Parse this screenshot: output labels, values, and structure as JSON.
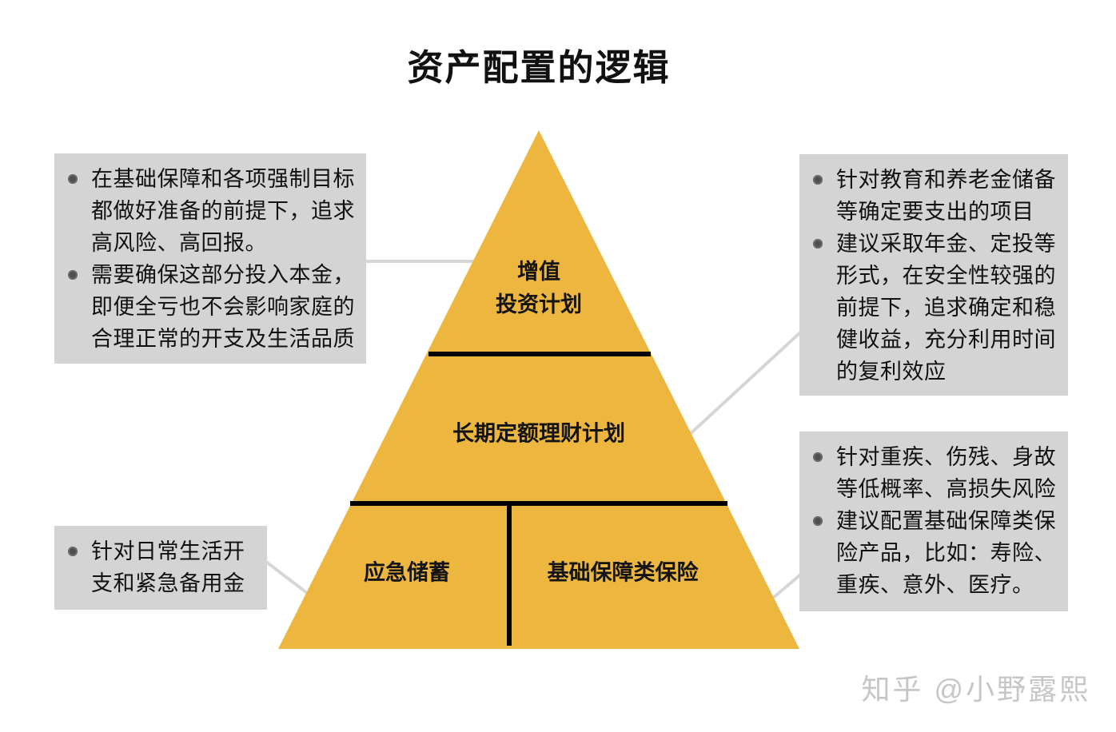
{
  "title": "资产配置的逻辑",
  "watermark": "知乎 @小野露熙",
  "colors": {
    "pyramid_fill": "#edb63f",
    "note_box_bg": "#d4d4d4",
    "connector_line": "#d6d6d6",
    "divider_line": "#000000",
    "watermark_text": "#c6c6c6",
    "bullet_dot": "#4f4f4f"
  },
  "pyramid": {
    "top_line1": "增值",
    "top_line2": "投资计划",
    "middle": "长期定额理财计划",
    "bottom_left": "应急储蓄",
    "bottom_right": "基础保障类保险"
  },
  "boxes": {
    "top_left": {
      "bullet1": [
        "在基础保障和各项强制目标",
        "都做好准备的前提下，追求",
        "高风险、高回报。"
      ],
      "bullet2": [
        "需要确保这部分投入本金，",
        "即便全亏也不会影响家庭的",
        "合理正常的开支及生活品质"
      ]
    },
    "top_right": {
      "bullet1": [
        "针对教育和养老金储备",
        "等确定要支出的项目"
      ],
      "bullet2": [
        "建议采取年金、定投等",
        "形式，在安全性较强的",
        "前提下，追求确定和稳",
        "健收益，充分利用时间",
        "的复利效应"
      ]
    },
    "bottom_left": {
      "bullet1": [
        "针对日常生活开",
        "支和紧急备用金"
      ]
    },
    "bottom_right": {
      "bullet1": [
        "针对重疾、伤残、身故",
        "等低概率、高损失风险"
      ],
      "bullet2": [
        "建议配置基础保障类保",
        "险产品，比如：寿险、",
        "重疾、意外、医疗。"
      ]
    }
  }
}
